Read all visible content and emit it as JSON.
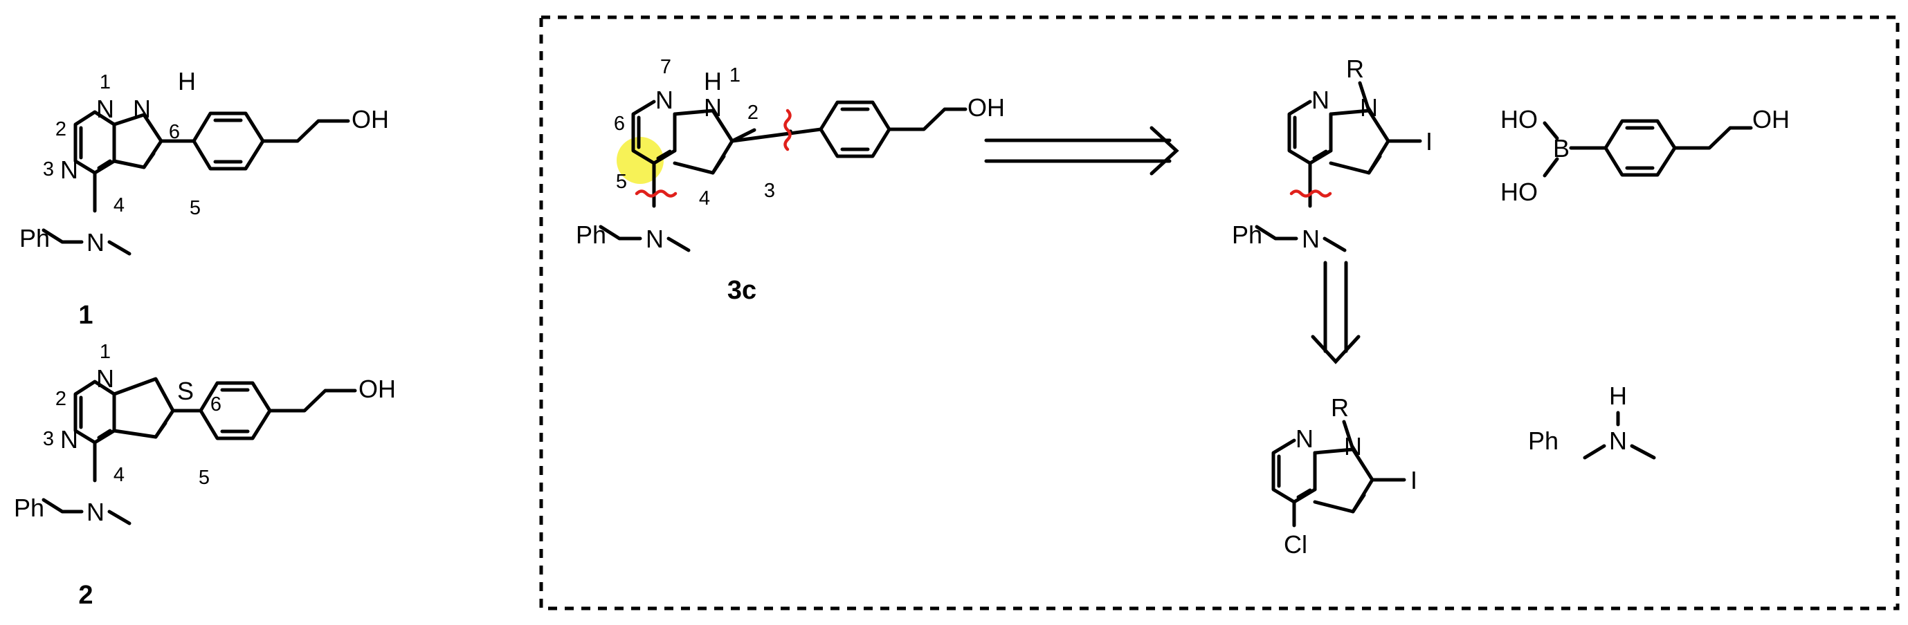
{
  "compound_1": {
    "id_label": "1",
    "pos_labels": [
      "1",
      "2",
      "3",
      "4",
      "5",
      "6"
    ],
    "atoms": {
      "N1": "N",
      "N3": "N",
      "NH_N": "N",
      "NH_H": "H",
      "amine_N": "N",
      "ph": "Ph",
      "oh": "OH"
    }
  },
  "compound_2": {
    "id_label": "2",
    "pos_labels": [
      "1",
      "2",
      "3",
      "4",
      "5",
      "6"
    ],
    "atoms": {
      "N1": "N",
      "N3": "N",
      "S": "S",
      "amine_N": "N",
      "ph": "Ph",
      "oh": "OH"
    }
  },
  "compound_3c": {
    "id_label": "3c",
    "pos_labels": {
      "p7": "7",
      "p1": "1",
      "p2": "2",
      "p6": "6",
      "p5": "5",
      "p4": "4",
      "p3": "3"
    },
    "atoms": {
      "N7": "N",
      "NH_N": "N",
      "NH_H": "H",
      "amine_N": "N",
      "ph": "Ph",
      "oh": "OH"
    },
    "highlight_color": "#f6f03a"
  },
  "intermediate": {
    "atoms": {
      "N7": "N",
      "N1": "N",
      "R": "R",
      "I": "I",
      "amine_N": "N",
      "ph": "Ph"
    }
  },
  "boronic_acid": {
    "atoms": {
      "ho_top": "HO",
      "B": "B",
      "ho_bot": "HO",
      "oh": "OH"
    }
  },
  "chloro_precursor": {
    "atoms": {
      "N7": "N",
      "N1": "N",
      "R": "R",
      "I": "I",
      "Cl": "Cl"
    }
  },
  "amine": {
    "atoms": {
      "H": "H",
      "N": "N",
      "ph": "Ph"
    }
  },
  "colors": {
    "disconnection": "#e0201b",
    "highlight": "#f6f03a",
    "ink": "#000000"
  }
}
